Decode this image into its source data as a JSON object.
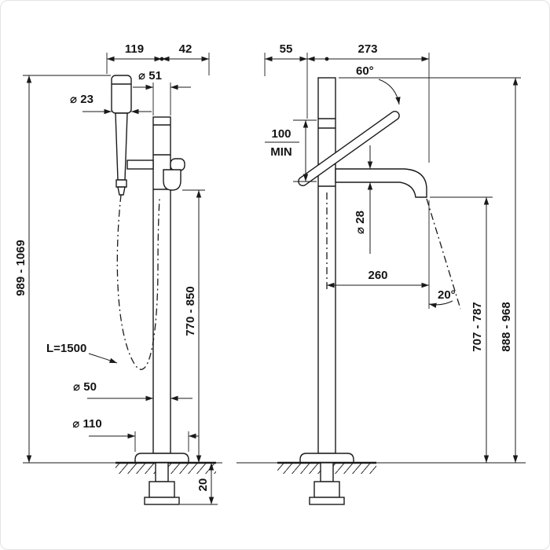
{
  "drawing": {
    "type": "freestanding-bath-mixer-dimension-drawing",
    "colors": {
      "line": "#1a1a1a",
      "background": "#ffffff"
    },
    "front_view": {
      "handshower_offset": "119",
      "top_offset": "42",
      "column_diameter": "⌀ 51",
      "handshower_diameter": "⌀ 23",
      "overall_height": "989 - 1069",
      "hose_length": "L=1500",
      "riser_diameter": "⌀ 50",
      "base_plate_diameter": "⌀ 110",
      "spout_height": "770 - 850",
      "under_floor_depth": "20"
    },
    "side_view": {
      "rear_offset": "55",
      "overall_depth": "273",
      "lever_angle": "60°",
      "min_clearance": "100",
      "min_clearance_suffix": "MIN",
      "spout_tube_diameter": "⌀ 28",
      "spout_reach": "260",
      "spout_angle": "20°",
      "spout_outlet_height": "707 - 787",
      "overall_body_height": "888 - 968"
    }
  }
}
